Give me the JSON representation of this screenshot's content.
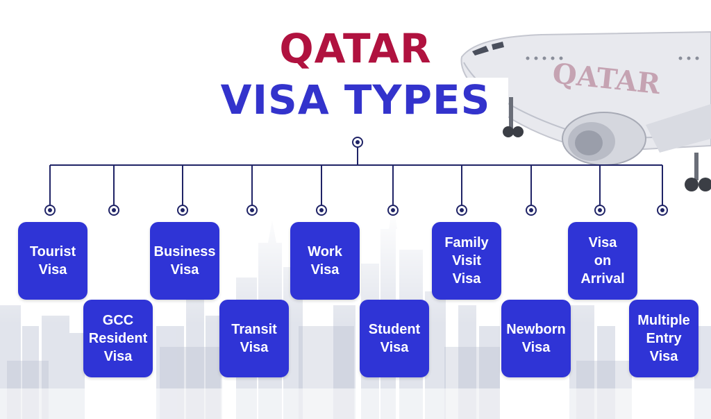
{
  "title": {
    "line1": "QATAR",
    "line2": "VISA TYPES"
  },
  "colors": {
    "title_red": "#b0123f",
    "title_blue": "#3333cc",
    "box_blue": "#2f34d6",
    "line_navy": "#1f2366"
  },
  "visa_types": [
    {
      "lines": [
        "Tourist",
        "Visa"
      ]
    },
    {
      "lines": [
        "GCC",
        "Resident",
        "Visa"
      ]
    },
    {
      "lines": [
        "Business",
        "Visa"
      ]
    },
    {
      "lines": [
        "Transit",
        "Visa"
      ]
    },
    {
      "lines": [
        "Work",
        "Visa"
      ]
    },
    {
      "lines": [
        "Student",
        "Visa"
      ]
    },
    {
      "lines": [
        "Family",
        "Visit",
        "Visa"
      ]
    },
    {
      "lines": [
        "Newborn",
        "Visa"
      ]
    },
    {
      "lines": [
        "Visa",
        "on",
        "Arrival"
      ]
    },
    {
      "lines": [
        "Multiple",
        "Entry",
        "Visa"
      ]
    }
  ],
  "plane": {
    "livery_text": "QATAR"
  }
}
